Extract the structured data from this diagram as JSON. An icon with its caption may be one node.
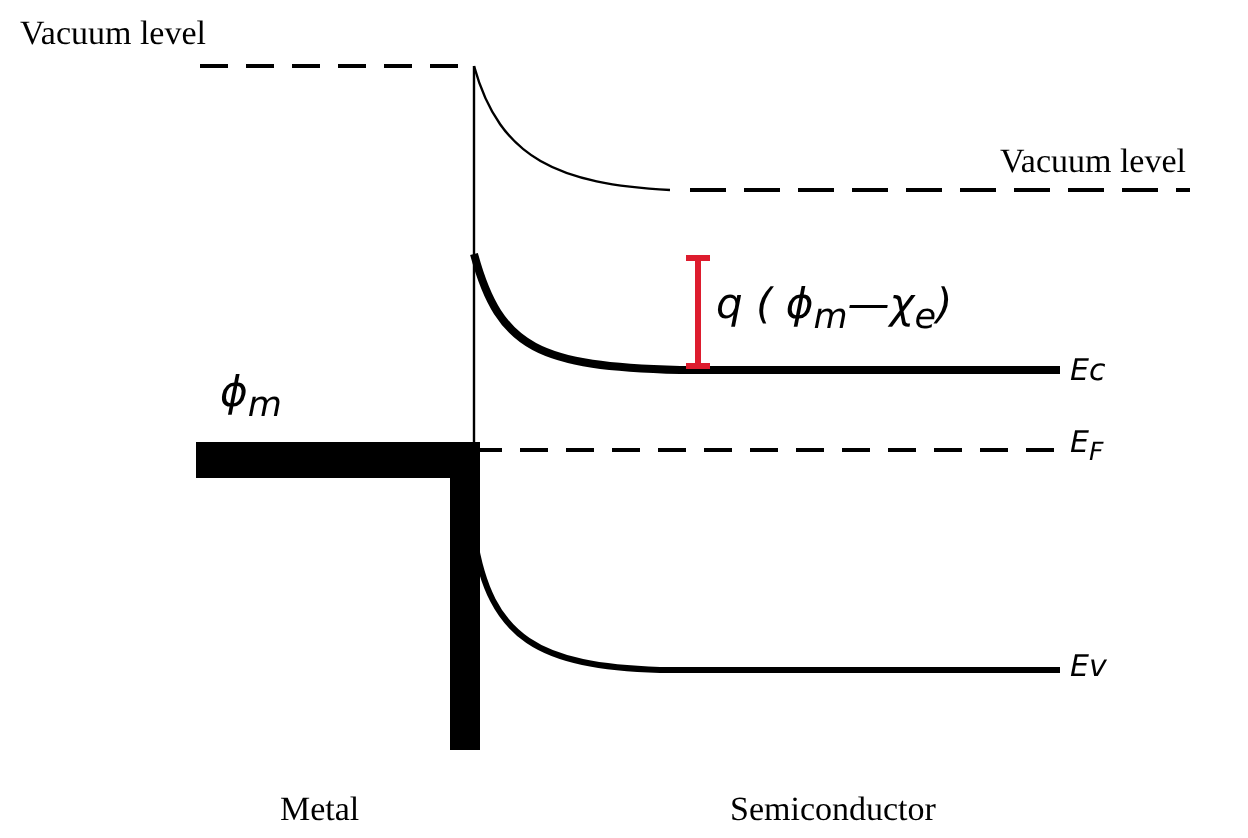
{
  "diagram": {
    "labels": [
      "Vacuum level",
      "Vacuum level",
      "q ( ϕ$_{m}$—χ$_{e}$)",
      "Ec",
      "ϕ$_{m}$",
      "E$_{F}$",
      "Ev",
      "Metal",
      "Semiconductor"
    ]
  }
}
